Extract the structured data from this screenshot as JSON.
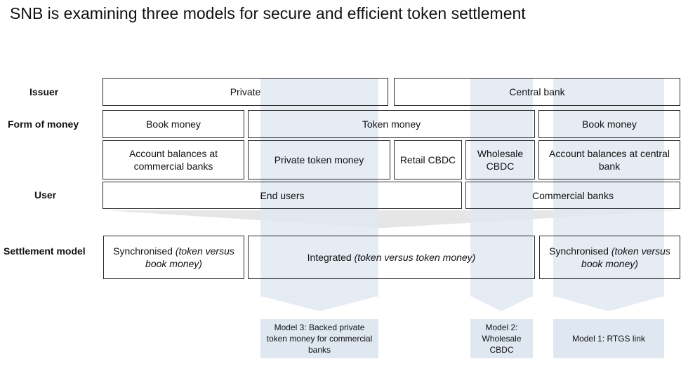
{
  "title": "SNB is examining three models for secure and efficient token settlement",
  "row_labels": {
    "issuer": "Issuer",
    "form": "Form of money",
    "user": "User",
    "settlement": "Settlement model"
  },
  "issuer": {
    "private": "Private",
    "central": "Central bank"
  },
  "form": {
    "book1": "Book money",
    "token": "Token money",
    "book2": "Book money"
  },
  "types": {
    "account1": "Account balances at commercial banks",
    "private_token": "Private token money",
    "retail": "Retail CBDC",
    "wholesale": "Wholesale CBDC",
    "account2": "Account balances at central bank"
  },
  "user": {
    "end": "End users",
    "commercial": "Commercial banks"
  },
  "settlement": {
    "sync1_main": "Synchronised ",
    "sync1_italic": "(token versus book money)",
    "integrated_main": "Integrated ",
    "integrated_italic": "(token versus token money)",
    "sync2_main": "Synchronised ",
    "sync2_italic": "(token versus book money)"
  },
  "models": {
    "model3": "Model 3: Backed private token money for commercial banks",
    "model2": "Model 2: Wholesale CBDC",
    "model1": "Model 1: RTGS link"
  },
  "colors": {
    "band": "#dfe8f1",
    "border": "#2b2b2b",
    "funnel": "#e4e4e4"
  }
}
